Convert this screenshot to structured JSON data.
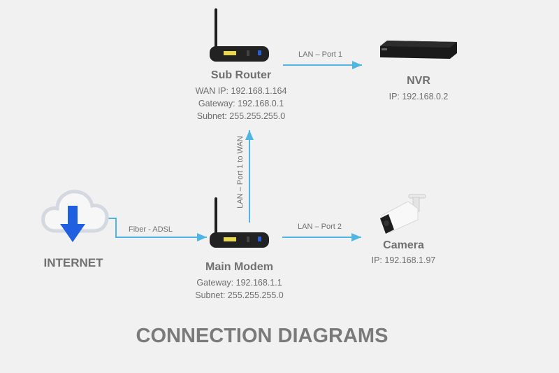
{
  "nodes": {
    "sub_router": {
      "name": "Sub Router",
      "lines": [
        "WAN IP: 192.168.1.164",
        "Gateway: 192.168.0.1",
        "Subnet: 255.255.255.0"
      ]
    },
    "nvr": {
      "name": "NVR",
      "lines": [
        "IP: 192.168.0.2"
      ]
    },
    "main_modem": {
      "name": "Main Modem",
      "lines": [
        "Gateway: 192.168.1.1",
        "Subnet: 255.255.255.0"
      ]
    },
    "camera": {
      "name": "Camera",
      "lines": [
        "IP: 192.168.1.97"
      ]
    },
    "internet": {
      "name": "INTERNET"
    }
  },
  "links": {
    "router_to_nvr": "LAN – Port 1",
    "modem_to_router": "LAN – Port 1 to WAN",
    "modem_to_camera": "LAN – Port 2",
    "internet_to_modem": "Fiber - ADSL"
  },
  "footer_title": "CONNECTION DIAGRAMS",
  "colors": {
    "link": "#4fb6e4",
    "download_arrow": "#1f5fe0",
    "text": "#6d6d6d"
  }
}
